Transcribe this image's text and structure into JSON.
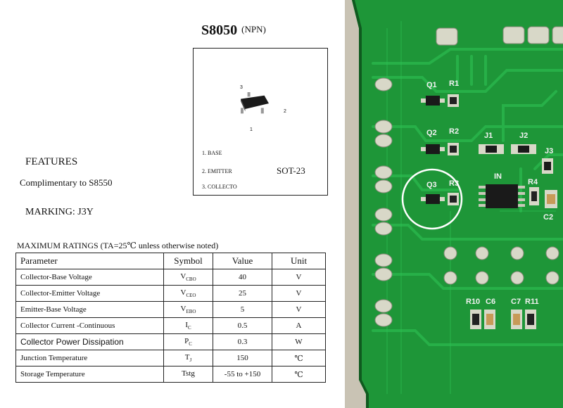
{
  "datasheet": {
    "part": "S8050",
    "type": "(NPN)",
    "package": {
      "name": "SOT-23",
      "pin_numbers": [
        "1",
        "2",
        "3"
      ],
      "pins": [
        "1. BASE",
        "2. EMITTER",
        "3. COLLECTO"
      ]
    },
    "features_heading": "FEATURES",
    "features_text": "Complimentary to S8550",
    "marking": "MARKING: J3Y",
    "ratings_heading": "MAXIMUM RATINGS (TA=25℃  unless otherwise noted)",
    "table": {
      "headers": [
        "Parameter",
        "Symbol",
        "Value",
        "Unit"
      ],
      "rows": [
        {
          "param": "Collector-Base Voltage",
          "sym": "V",
          "sub": "CBO",
          "value": "40",
          "unit": "V"
        },
        {
          "param": "Collector-Emitter Voltage",
          "sym": "V",
          "sub": "CEO",
          "value": "25",
          "unit": "V"
        },
        {
          "param": "Emitter-Base Voltage",
          "sym": "V",
          "sub": "EBO",
          "value": "5",
          "unit": "V"
        },
        {
          "param": "Collector Current -Continuous",
          "sym": "I",
          "sub": "C",
          "value": "0.5",
          "unit": "A"
        },
        {
          "param": "Collector Power Dissipation",
          "sym": "P",
          "sub": "C",
          "value": "0.3",
          "unit": "W"
        },
        {
          "param": "Junction Temperature",
          "sym": "T",
          "sub": "J",
          "value": "150",
          "unit": "℃"
        },
        {
          "param": "Storage Temperature",
          "sym": "Tstg",
          "sub": "",
          "value": "-55 to +150",
          "unit": "℃"
        }
      ]
    }
  },
  "pcb": {
    "labels": {
      "q1": "Q1",
      "r1": "R1",
      "q2": "Q2",
      "r2": "R2",
      "j1": "J1",
      "j2": "J2",
      "j3": "J3",
      "q3": "Q3",
      "r3": "R3",
      "u1": "IN",
      "r4": "R4",
      "c2": "C2",
      "r10": "R10",
      "c6": "C6",
      "c7": "C7",
      "r11": "R11"
    },
    "colors": {
      "board": "#1f9a3a",
      "silk": "#f2f2f2",
      "pad": "#d8d8c8",
      "highlight": "#ffffff"
    }
  }
}
